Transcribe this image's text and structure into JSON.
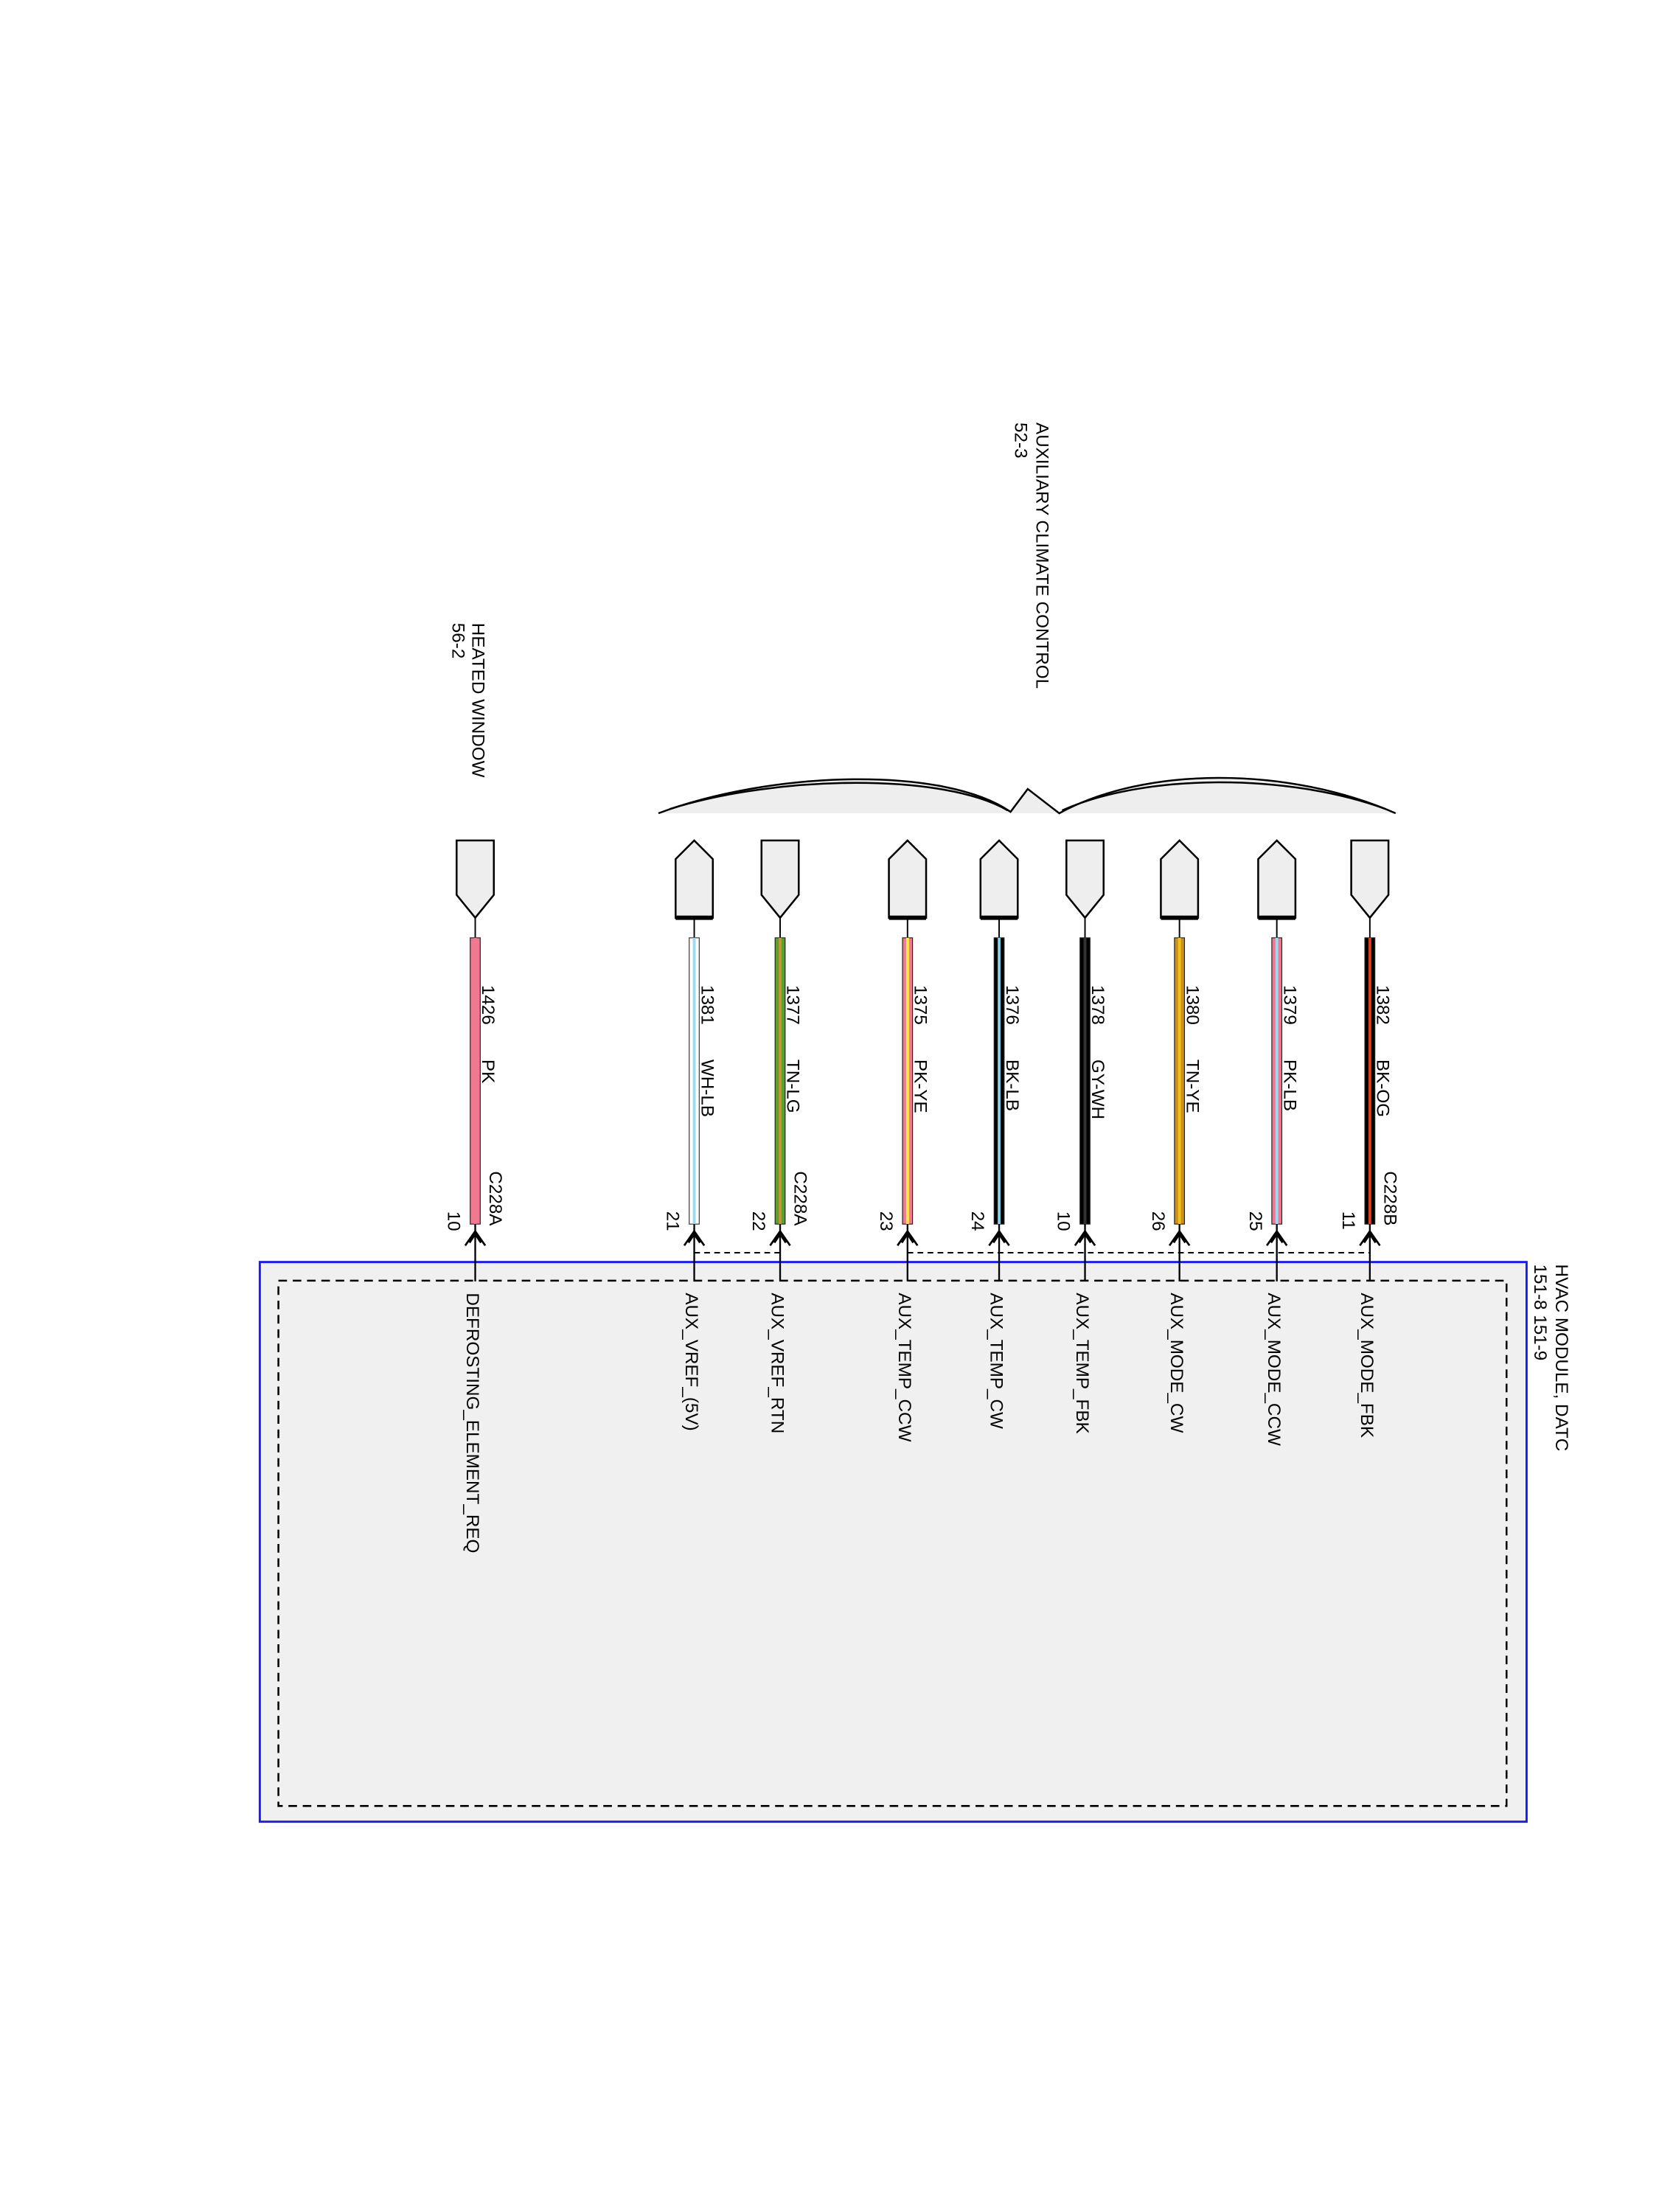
{
  "titles": {
    "aux_name": "AUXILIARY CLIMATE CONTROL",
    "aux_page": "52-3",
    "heated_name": "HEATED WINDOW",
    "heated_page": "56-2",
    "module_name": "HVAC MODULE, DATC",
    "module_pages": "151-8   151-9"
  },
  "colors": {
    "module_border": "#1a1aff",
    "module_fill": "#f0f0f0",
    "connector_fill": "#eeeeee"
  },
  "wires": [
    {
      "circuit": "1426",
      "color_code": "PK",
      "connector": "C228A",
      "pin": "10",
      "signal": "DEFROSTING_ELEMENT_REQ",
      "shape": "down",
      "base": "#f07890",
      "stripe": "#f07890"
    },
    {
      "circuit": "1381",
      "color_code": "WH-LB",
      "connector": "",
      "pin": "21",
      "signal": "AUX_VREF_(5V)",
      "shape": "up",
      "base": "#ffffff",
      "stripe": "#9fd8ef"
    },
    {
      "circuit": "1377",
      "color_code": "TN-LG",
      "connector": "C228A",
      "pin": "22",
      "signal": "AUX_VREF_RTN",
      "shape": "down",
      "base": "#5aa02c",
      "stripe": "#c8963c"
    },
    {
      "circuit": "1375",
      "color_code": "PK-YE",
      "connector": "",
      "pin": "23",
      "signal": "AUX_TEMP_CCW",
      "shape": "up",
      "base": "#f07890",
      "stripe": "#ffee44"
    },
    {
      "circuit": "1376",
      "color_code": "BK-LB",
      "connector": "",
      "pin": "24",
      "signal": "AUX_TEMP_CW",
      "shape": "up",
      "base": "#000000",
      "stripe": "#7fd0e0"
    },
    {
      "circuit": "1378",
      "color_code": "GY-WH",
      "connector": "",
      "pin": "10",
      "signal": "AUX_TEMP_FBK",
      "shape": "down",
      "base": "#000000",
      "stripe": "#333333"
    },
    {
      "circuit": "1380",
      "color_code": "TN-YE",
      "connector": "",
      "pin": "26",
      "signal": "AUX_MODE_CW",
      "shape": "up",
      "base": "#c8901c",
      "stripe": "#f0c020"
    },
    {
      "circuit": "1379",
      "color_code": "PK-LB",
      "connector": "",
      "pin": "25",
      "signal": "AUX_MODE_CCW",
      "shape": "up",
      "base": "#f07890",
      "stripe": "#9fd8ef"
    },
    {
      "circuit": "1382",
      "color_code": "BK-OG",
      "connector": "C228B",
      "pin": "11",
      "signal": "AUX_MODE_FBK",
      "shape": "down",
      "base": "#000000",
      "stripe": "#e04020"
    }
  ]
}
